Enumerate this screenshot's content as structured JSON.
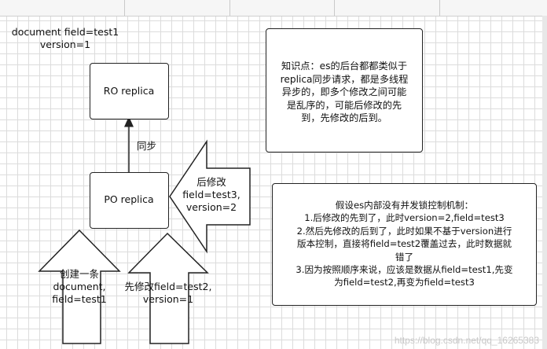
{
  "doc_label": {
    "line1": "document  field=test1",
    "line2": "version=1"
  },
  "nodes": {
    "ro": "RO replica",
    "po": "PO replica"
  },
  "edges": {
    "sync": "同步"
  },
  "arrows": {
    "later": [
      "后修改",
      "field=test3,",
      "version=2"
    ],
    "create": [
      "创建一条",
      "document,",
      "field=test1"
    ],
    "first": [
      "先修改field=test2,",
      "version=1"
    ]
  },
  "notes": {
    "knowledge": [
      "知识点：es的后台都都类似于",
      "replica同步请求，都是多线程",
      "异步的，即多个修改之间可能",
      "是乱序的，可能后修改的先",
      "到，先修改的后到。"
    ],
    "assumption": [
      "假设es内部没有并发锁控制机制：",
      "1.后修改的先到了，此时version=2,field=test3",
      "2.然后先修改的后到了，此时如果不基于version进行",
      "版本控制，直接将field=test2覆盖过去，此时数据就",
      "错了",
      "3.因为按照顺序来说，应该是数据从field=test1,先变",
      "为field=test2,再变为field=test3"
    ]
  },
  "watermark": "https://blog.csdn.net/qq_16265383"
}
